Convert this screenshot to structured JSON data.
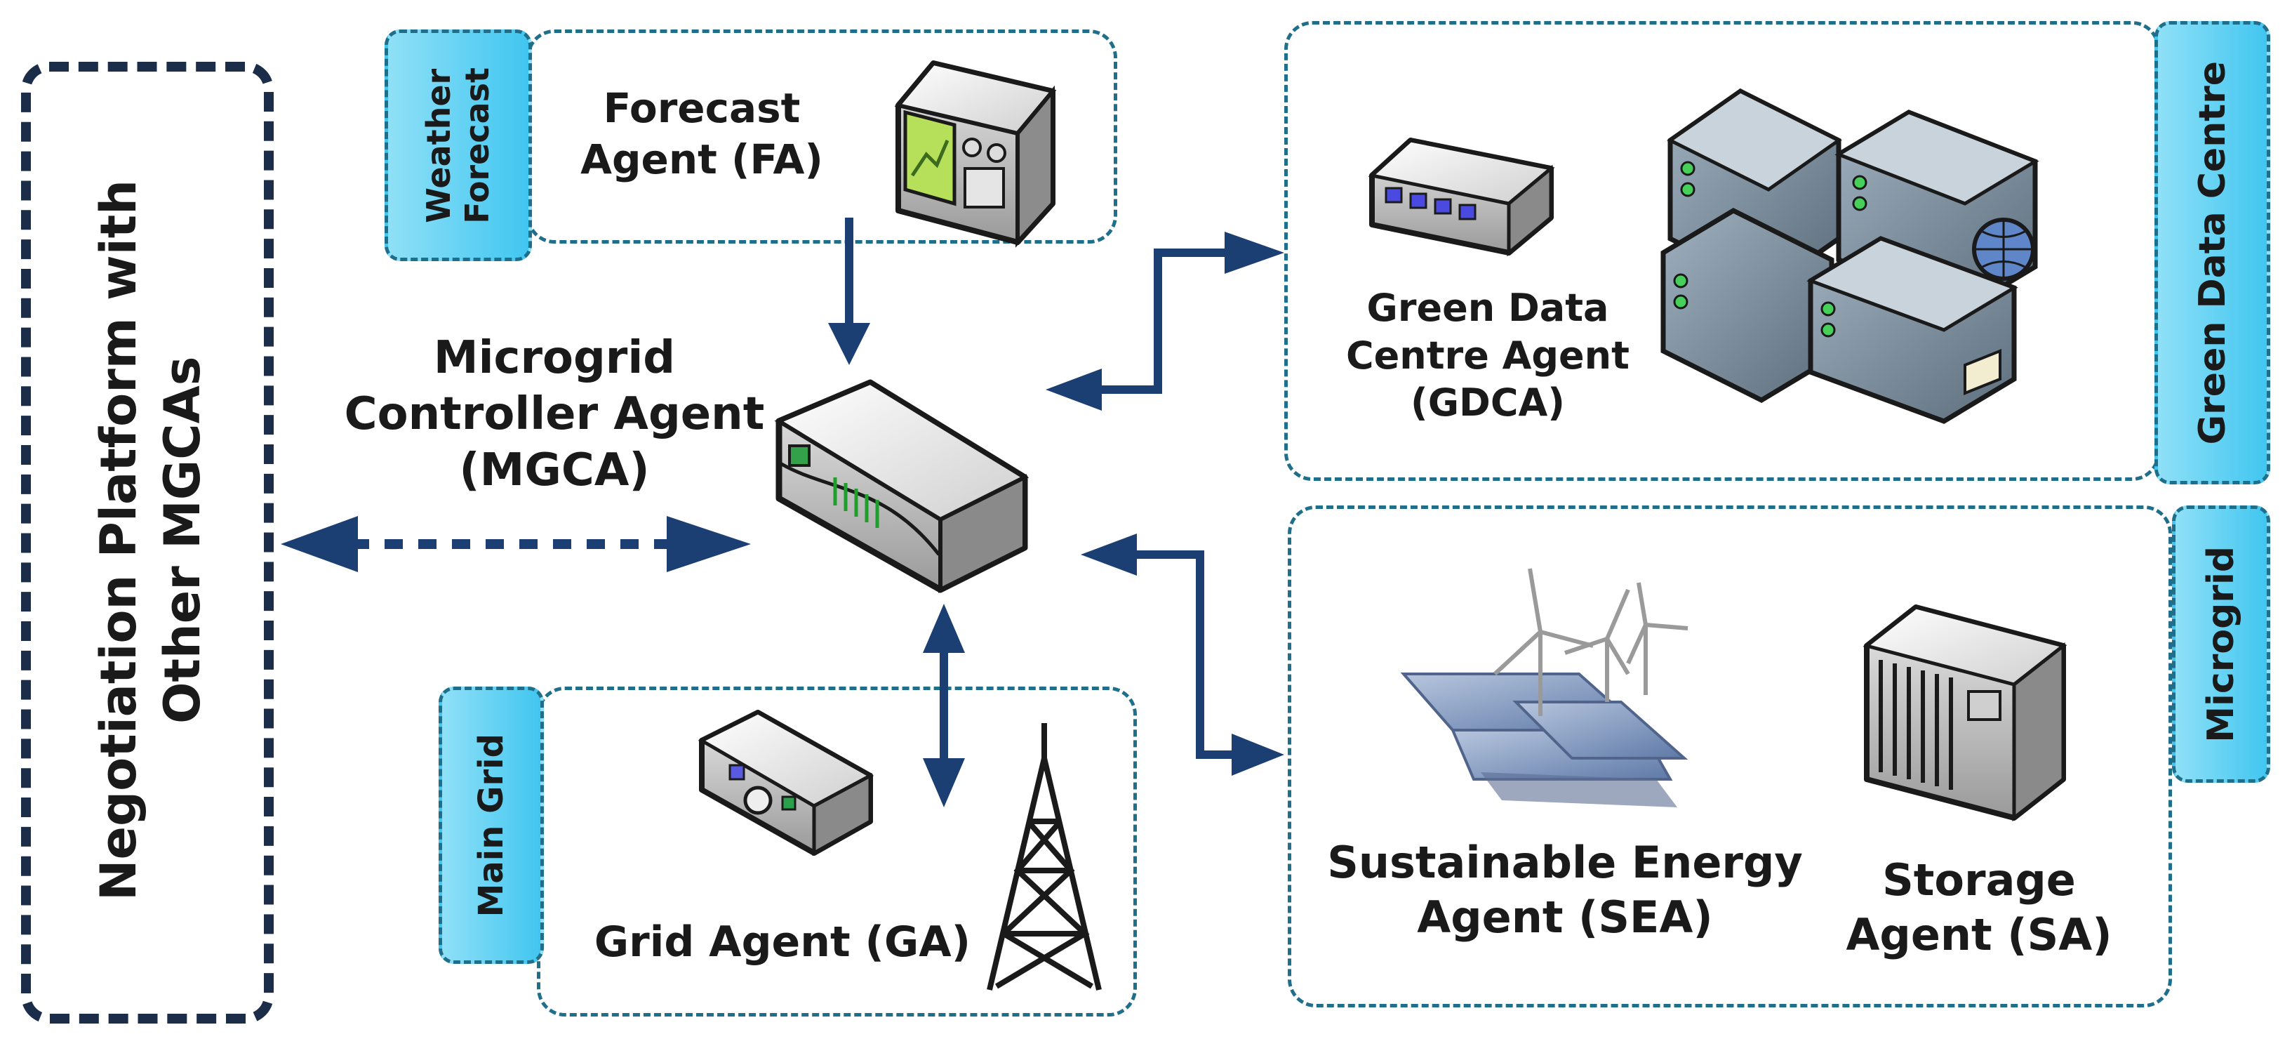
{
  "negotiation_platform": {
    "line1": "Negotiation Platform with",
    "line2": "Other MGCAs"
  },
  "weather_forecast": {
    "tab_line1": "Weather",
    "tab_line2": "Forecast",
    "agent_line1": "Forecast",
    "agent_line2": "Agent (FA)"
  },
  "mgca": {
    "line1": "Microgrid",
    "line2": "Controller Agent",
    "line3": "(MGCA)"
  },
  "main_grid": {
    "tab": "Main Grid",
    "agent": "Grid Agent (GA)"
  },
  "green_data_centre": {
    "tab": "Green Data Centre",
    "agent_line1": "Green Data",
    "agent_line2": "Centre Agent",
    "agent_line3": "(GDCA)"
  },
  "microgrid": {
    "tab": "Microgrid",
    "sea_line1": "Sustainable Energy",
    "sea_line2": "Agent (SEA)",
    "sa_line1": "Storage",
    "sa_line2": "Agent (SA)"
  },
  "colors": {
    "arrow": "#1c3f73",
    "tab_fill": "#5fd0f3",
    "box_border": "#1f6f8b",
    "platform_border": "#1c2d4a"
  }
}
